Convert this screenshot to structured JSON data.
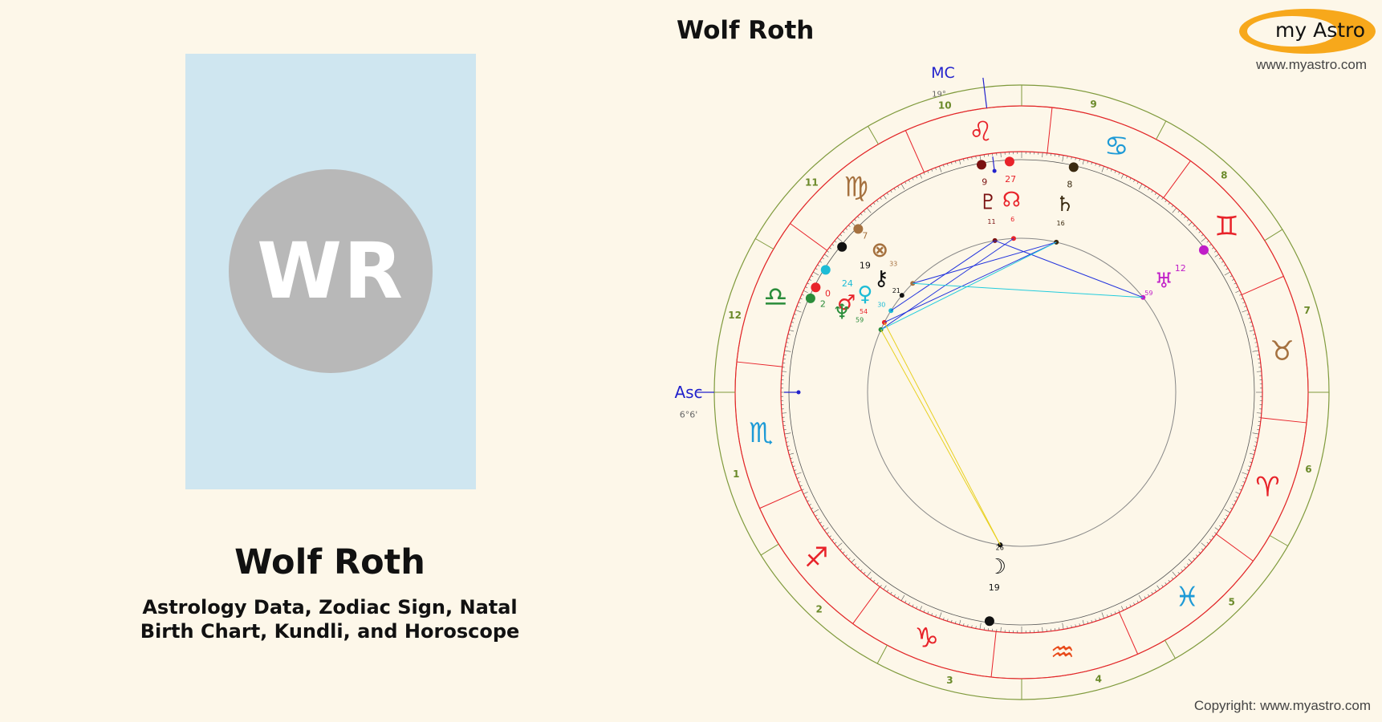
{
  "profile": {
    "initials": "WR",
    "name": "Wolf Roth",
    "subtitle_line1": "Astrology Data, Zodiac Sign, Natal",
    "subtitle_line2": "Birth Chart, Kundli, and Horoscope"
  },
  "chart": {
    "title": "Wolf Roth",
    "asc_label": "Asc",
    "asc_degree": "6°6'",
    "mc_label": "MC",
    "mc_degree": "19°",
    "signs": [
      {
        "glyph": "♈",
        "color": "#e8232a"
      },
      {
        "glyph": "♉",
        "color": "#a5713f"
      },
      {
        "glyph": "♊",
        "color": "#e8232a"
      },
      {
        "glyph": "♋",
        "color": "#1d9ad6"
      },
      {
        "glyph": "♌",
        "color": "#e8232a"
      },
      {
        "glyph": "♍",
        "color": "#a5713f"
      },
      {
        "glyph": "♎",
        "color": "#2a8c3a"
      },
      {
        "glyph": "♏",
        "color": "#1d9ad6"
      },
      {
        "glyph": "♐",
        "color": "#e8232a"
      },
      {
        "glyph": "♑",
        "color": "#e8232a"
      },
      {
        "glyph": "♒",
        "color": "#e84a1a"
      },
      {
        "glyph": "♓",
        "color": "#1d9ad6"
      }
    ],
    "houses": [
      "1",
      "2",
      "3",
      "4",
      "5",
      "6",
      "7",
      "8",
      "9",
      "10",
      "11",
      "12"
    ],
    "planets": [
      {
        "name": "pluto",
        "glyph": "♇",
        "degree": "9",
        "minute": "11",
        "color": "#7a1010"
      },
      {
        "name": "node",
        "glyph": "☊",
        "degree": "27",
        "minute": "6",
        "color": "#e8232a"
      },
      {
        "name": "saturn",
        "glyph": "♄",
        "degree": "8",
        "minute": "16",
        "color": "#3a2a10"
      },
      {
        "name": "uranus",
        "glyph": "♅",
        "degree": "12",
        "minute": "59",
        "color": "#c01ec8"
      },
      {
        "name": "moon",
        "glyph": "☽",
        "degree": "19",
        "minute": "26",
        "color": "#111111"
      },
      {
        "name": "fortune",
        "glyph": "⊗",
        "degree": "7",
        "minute": "33",
        "color": "#a5713f"
      },
      {
        "name": "chiron",
        "glyph": "⚷",
        "degree": "19",
        "minute": "21",
        "color": "#111111"
      },
      {
        "name": "venus",
        "glyph": "♀",
        "degree": "24",
        "minute": "30",
        "color": "#1dbcd6"
      },
      {
        "name": "mars",
        "glyph": "♂",
        "degree": "0",
        "minute": "54",
        "color": "#e8232a"
      },
      {
        "name": "neptune",
        "glyph": "♆",
        "degree": "2",
        "minute": "59",
        "color": "#2a8c3a"
      }
    ],
    "colors": {
      "house_ring": "#7f9a3c",
      "sign_ring": "#e8232a",
      "axis": "#2222cc",
      "aspect_blue": "#2233dd",
      "aspect_cyan": "#22ccdd",
      "aspect_yellow": "#e8d020"
    }
  },
  "branding": {
    "logo_text": "my Astro",
    "site_url": "www.myastro.com",
    "copyright": "Copyright: www.myastro.com"
  }
}
